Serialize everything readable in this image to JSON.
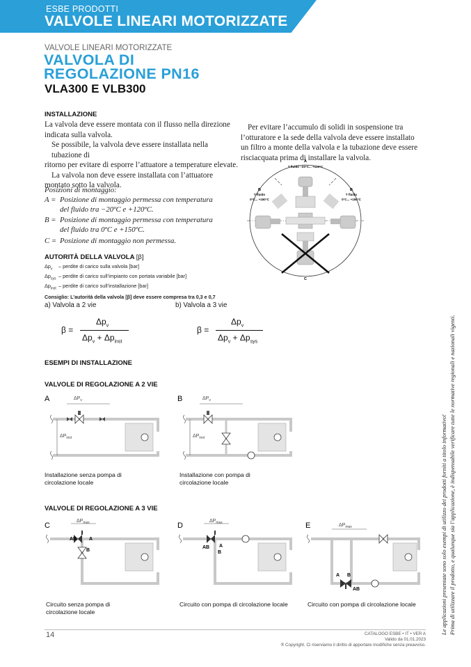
{
  "header": {
    "category": "ESBE PRODOTTI",
    "title": "VALVOLE LINEARI MOTORIZZATE"
  },
  "page": {
    "category_label": "VALVOLE LINEARI MOTORIZZATE",
    "title_line1": "VALVOLA DI",
    "title_line2": "REGOLAZIONE PN16",
    "subtitle": "VLA300 E VLB300"
  },
  "installazione": {
    "heading": "INSTALLAZIONE",
    "p1_l1": "La valvola deve essere montata con il flusso nella direzione",
    "p1_l2": "indicata sulla valvola.",
    "p2_l1": "Se possibile, la valvola deve essere installata nella tubazione di",
    "p2_l2": "ritorno per evitare di esporre l’attuatore a temperature elevate.",
    "p3_l1": "La valvola non deve essere installata con l’attuatore",
    "p3_l2": "montato sotto la valvola.",
    "positions_heading": "Posizioni di montaggio:",
    "pos_a_key": "A =",
    "pos_a_l1": "Posizione di montaggio permessa con temperatura",
    "pos_a_l2": "del fluido tra −20ºC e +120ºC.",
    "pos_b_key": "B =",
    "pos_b_l1": "Posizione di montaggio permessa con temperatura",
    "pos_b_l2": "del fluido tra 0ºC e +150ºC.",
    "pos_c_key": "C =",
    "pos_c_l1": "Posizione di montaggio non permessa.",
    "right_l1": "Per evitare l’accumulo di solidi in sospensione tra",
    "right_l2": "l’otturatore e la sede della valvola deve essere installato",
    "right_l3": "un filtro a monte della valvola e la tubazione deve essere",
    "right_l4": "risciacquata prima di installare la valvola."
  },
  "mount_diagram": {
    "label_a": "A",
    "temp_a": "T fluido −20°C... +120°C",
    "label_b_left": "B",
    "temp_b_left_1": "T fluido",
    "temp_b_left_2": "0°C... +150°C",
    "label_b_right": "B",
    "temp_b_right_1": "T fluido",
    "temp_b_right_2": "0°C... +150°C",
    "label_c": "C"
  },
  "autorita": {
    "heading": "AUTORITÀ DELLA VALVOLA",
    "heading_symbol": "[β]",
    "d1_sym": "Δp",
    "d1_sub": "v",
    "d1_text": "–  perdite di carico sulla valvola [bar]",
    "d2_sym": "Δp",
    "d2_sub": "sys",
    "d2_text": "–  perdite di carico sull’impianto con portata variabile [bar]",
    "d3_sym": "Δp",
    "d3_sub": "inst",
    "d3_text": "–  perdite di carico sull’installazione [bar]",
    "advice": "Consiglio: L’autorità della valvola [β] deve essere compresa tra 0,3 e 0,7",
    "a_label": "a) Valvola a 2 vie",
    "b_label": "b) Valvola a 3 vie",
    "beta_eq": "β =",
    "num": "Δp",
    "num_sub": "v",
    "den_a_1": "Δp",
    "den_a_1_sub": "v",
    "den_a_plus": "+ Δp",
    "den_a_2_sub": "inst",
    "den_b_1": "Δp",
    "den_b_1_sub": "v",
    "den_b_plus": "+ Δp",
    "den_b_2_sub": "sys"
  },
  "esempi": {
    "heading": "ESEMPI DI INSTALLAZIONE",
    "sub2": "VALVOLE DI REGOLAZIONE A 2 VIE",
    "sub3": "VALVOLE DI REGOLAZIONE A 3 VIE",
    "A_letter": "A",
    "A_cap_1": "Installazione senza pompa di",
    "A_cap_2": "circolazione locale",
    "B_letter": "B",
    "B_cap_1": "Installazione con pompa di",
    "B_cap_2": "circolazione locale",
    "C_letter": "C",
    "C_cap_1": "Circuito senza pompa di",
    "C_cap_2": "circolazione locale",
    "D_letter": "D",
    "D_cap_1": "Circuito con pompa di circolazione locale",
    "E_letter": "E",
    "E_cap_1": "Circuito con pompa di circolazione locale",
    "dp": "ΔP",
    "sub_v": "v",
    "sub_inst": "inst",
    "sub_max": "max",
    "port_ab": "AB",
    "port_a": "A",
    "port_b": "B"
  },
  "side_note": {
    "l1": "Le applicazioni presentate sono solo esempi di utilizzo dei prodotti forniti a titolo informativo!",
    "l2": "Prima di utilizzare il prodotto, e qualunque sia l’applicazione, è indispensabile verificare tutte le normative regionali e nazionali vigenti."
  },
  "footer": {
    "page_number": "14",
    "catalog": "CATALOGO ESBE • IT • VER A",
    "valid": "Valido da 01.01.2023",
    "copyright": "® Copyright. Ci riserviamo il diritto di apportare modifiche senza preavviso."
  }
}
